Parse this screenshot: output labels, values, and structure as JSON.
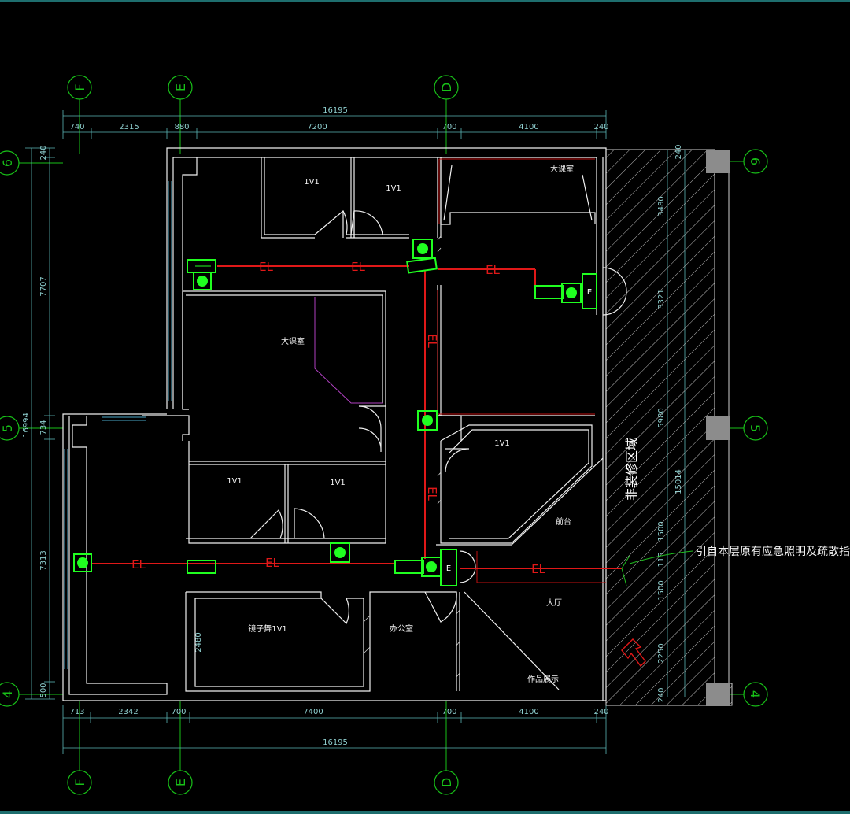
{
  "colors": {
    "background": "#000000",
    "wall": "#ffffff",
    "axis": "#18c018",
    "dimension": "#00c8c8",
    "emergency_line": "#e01010",
    "fixture": "#20ff20",
    "hatch": "#c8c8c8",
    "partition": "#c040c0"
  },
  "axis_labels": {
    "F": "F",
    "E": "E",
    "D": "D",
    "r6": "6",
    "r5": "5",
    "r4": "4"
  },
  "dims_top": {
    "total": "16195",
    "d1": "740",
    "d2": "2315",
    "d3": "880",
    "d4": "7200",
    "d5": "700",
    "d6": "4100",
    "d7": "240"
  },
  "dims_bottom": {
    "total": "16195",
    "d1": "713",
    "d2": "2342",
    "d3": "700",
    "d4": "7400",
    "d5": "700",
    "d6": "4100",
    "d7": "240"
  },
  "dims_left": {
    "total": "16994",
    "d1": "240",
    "d2": "7707",
    "d3": "734",
    "d4": "7313",
    "d5": "500"
  },
  "dims_right": {
    "d1": "240",
    "d2": "3480",
    "d3": "3321",
    "d4": "5980",
    "d5": "15014",
    "d6": "1500",
    "d7": "115",
    "d8": "1500",
    "d9": "2250",
    "d10": "240"
  },
  "rooms": {
    "r1v1_a": "1V1",
    "r1v1_b": "1V1",
    "big_class_top": "大课室",
    "big_class_mid": "大课室",
    "r1v1_c": "1V1",
    "r1v1_d": "1V1",
    "r1v1_e": "1V1",
    "front_desk": "前台",
    "hall": "大厅",
    "mirror_1v1": "镜子舞1V1",
    "office": "办公室",
    "display": "作品展示",
    "no_decoration": "非装修区域",
    "note": "引自本层原有应急照明及疏散指示"
  },
  "emergency": {
    "label": "EL",
    "exit": "E"
  },
  "dims_inner": {
    "d2480": "2480"
  }
}
